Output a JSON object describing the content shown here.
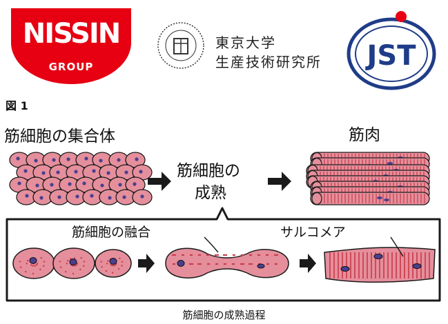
{
  "logos": {
    "nissin": {
      "word": "NISSIN",
      "group": "GROUP",
      "color": "#e60012"
    },
    "iis": {
      "line1": "東京大学",
      "line2": "生産技術研究所"
    },
    "jst": {
      "word": "JST",
      "color": "#1f3c88",
      "accent": "#e60012"
    }
  },
  "figure_label": "図 1",
  "labels": {
    "aggregate": "筋細胞の集合体",
    "muscle": "筋肉",
    "maturation_line1": "筋細胞の",
    "maturation_line2": "成熟",
    "fusion": "筋細胞の融合",
    "sarcomere": "サルコメア"
  },
  "caption": "筋細胞の成熟過程",
  "colors": {
    "cell_fill": "#e58f9c",
    "cell_stroke": "#1a1a1a",
    "nucleus": "#4a3f8f",
    "dot": "#c93b4a",
    "stripe": "#c8394a",
    "arrow": "#1a1a1a"
  }
}
